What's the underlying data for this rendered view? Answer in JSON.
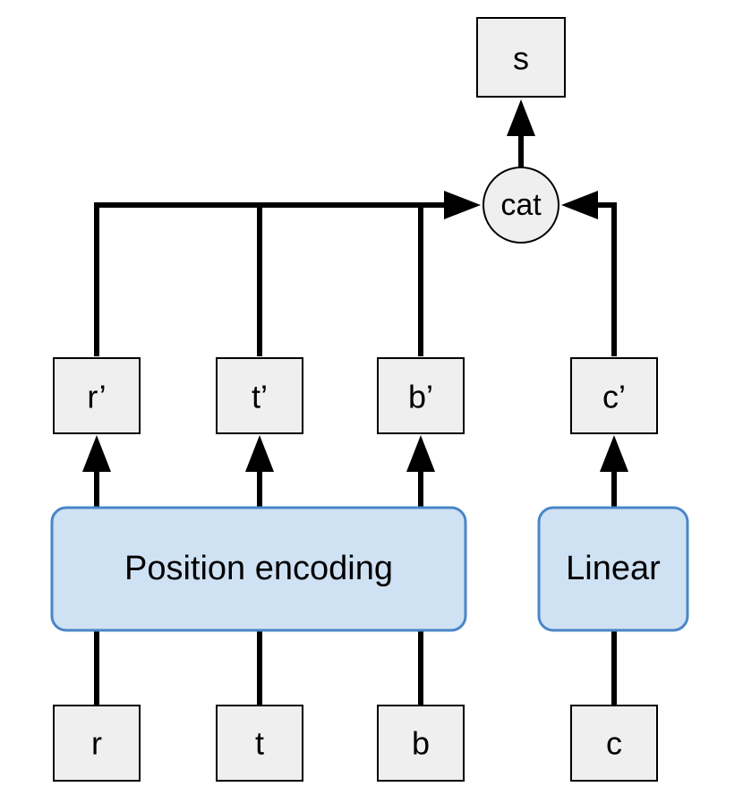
{
  "diagram": {
    "inputs": {
      "r": "r",
      "t": "t",
      "b": "b",
      "c": "c"
    },
    "encoded": {
      "r": "r’",
      "t": "t’",
      "b": "b’",
      "c": "c’"
    },
    "blocks": {
      "position_encoding": "Position encoding",
      "linear": "Linear"
    },
    "concat": "cat",
    "output": "s"
  }
}
